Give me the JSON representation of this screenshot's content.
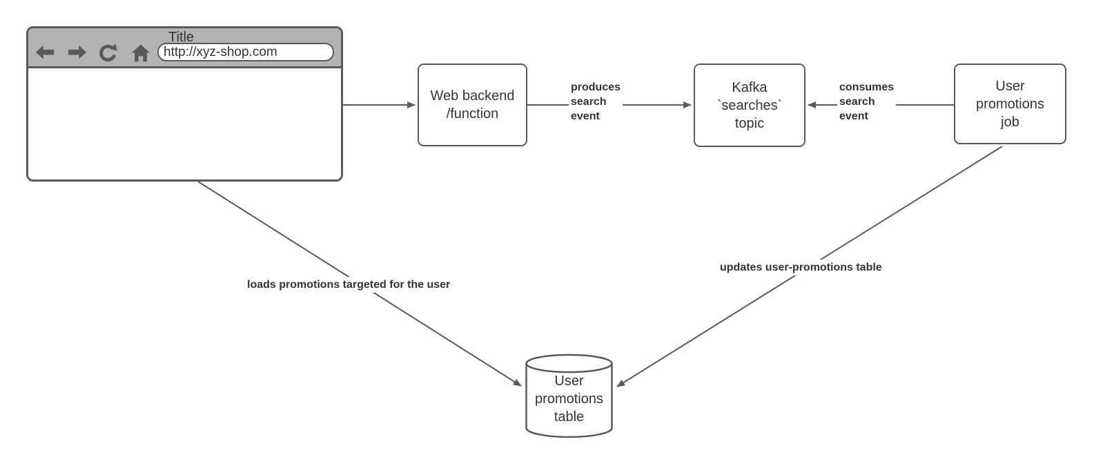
{
  "browser": {
    "title": "Title",
    "url": "http://xyz-shop.com"
  },
  "nodes": {
    "web_backend": "Web backend\n/function",
    "kafka_topic": "Kafka\n`searches`\ntopic",
    "promotions_job": "User\npromotions\njob",
    "promotions_table": "User\npromotions\ntable"
  },
  "edge_labels": {
    "produces": "produces\nsearch\nevent",
    "consumes": "consumes\nsearch\nevent",
    "loads": "loads promotions targeted for the user",
    "updates": "updates user-promotions table"
  },
  "colors": {
    "stroke": "#595959",
    "text": "#333333",
    "browser_bar": "#b3b3b3",
    "background": "#ffffff"
  }
}
